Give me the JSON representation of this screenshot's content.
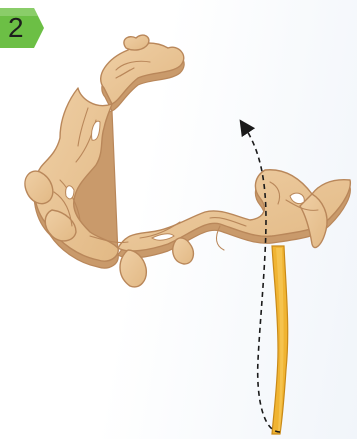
{
  "step": {
    "number": "2",
    "badge_color": "#6cbf45",
    "badge_highlight": "#a4d987"
  },
  "illustration": {
    "wreath_color": "#e8c396",
    "wreath_edge": "#b9875a",
    "wreath_shadow": "#c99a6b",
    "ribbon_color": "#f0b432",
    "ribbon_edge": "#c98a18",
    "arrow_color": "#1a1a1a",
    "icons": [
      "wooden-wreath",
      "ribbon",
      "dashed-curved-arrow"
    ]
  }
}
